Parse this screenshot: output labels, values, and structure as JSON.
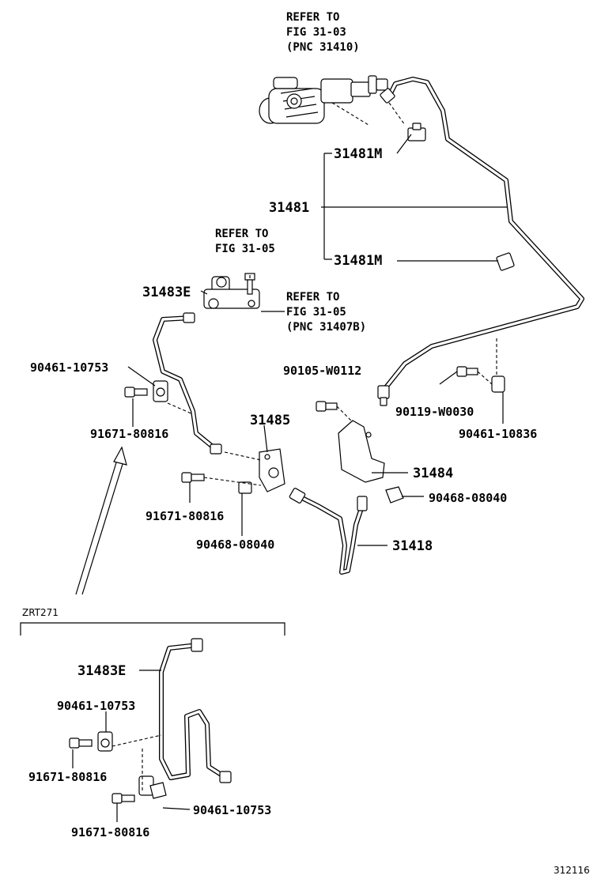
{
  "notes": {
    "refer_1": [
      "REFER TO",
      "FIG 31-03",
      "(PNC 31410)"
    ],
    "refer_2": [
      "REFER TO",
      "FIG 31-05"
    ],
    "refer_3": [
      "REFER TO",
      "FIG 31-05",
      "(PNC 31407B)"
    ]
  },
  "labels": {
    "p31481m_a": "31481M",
    "p31481": "31481",
    "p31481m_b": "31481M",
    "p31483e": "31483E",
    "p90461_10753": "90461-10753",
    "p91671_80816_a": "91671-80816",
    "p90105_w0112": "90105-W0112",
    "p31485": "31485",
    "p90119_w0030": "90119-W0030",
    "p90461_10836": "90461-10836",
    "p31484": "31484",
    "p90468_08040_a": "90468-08040",
    "p91671_80816_b": "91671-80816",
    "p90468_08040_b": "90468-08040",
    "p31418": "31418"
  },
  "inset": {
    "title": "ZRT271",
    "p31483e": "31483E",
    "p90461_10753_a": "90461-10753",
    "p91671_80816_a": "91671-80816",
    "p90461_10753_b": "90461-10753",
    "p91671_80816_b": "91671-80816"
  },
  "figure_code": "312116"
}
